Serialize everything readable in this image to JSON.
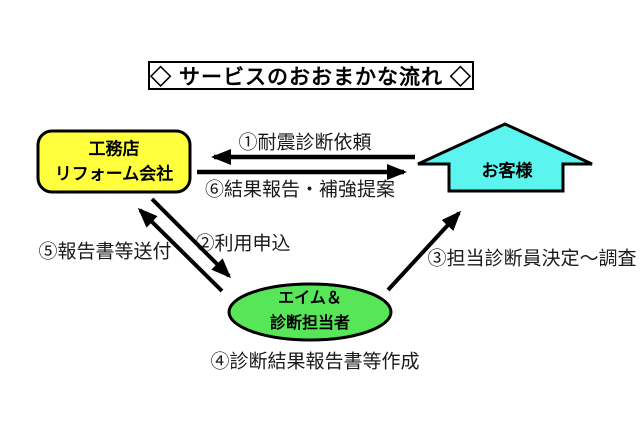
{
  "title": "◇ サービスのおおまかな流れ ◇",
  "nodes": {
    "contractor": {
      "line1": "工務店",
      "line2": "リフォーム会社",
      "color": "#ffff3d",
      "border_color": "#000000"
    },
    "customer": {
      "label": "お客様",
      "color": "#5cf4ee",
      "border_color": "#000000"
    },
    "aim": {
      "line1": "エイム＆",
      "line2": "診断担当者",
      "color": "#57e657",
      "border_color": "#000000"
    }
  },
  "flow_labels": {
    "step1": "①耐震診断依頼",
    "step2": "②利用申込",
    "step3": "③担当診断員決定～調査",
    "step4": "④診断結果報告書等作成",
    "step5": "⑤報告書等送付",
    "step6": "⑥結果報告・補強提案"
  },
  "arrow_color": "#000000",
  "background_color": "#ffffff"
}
